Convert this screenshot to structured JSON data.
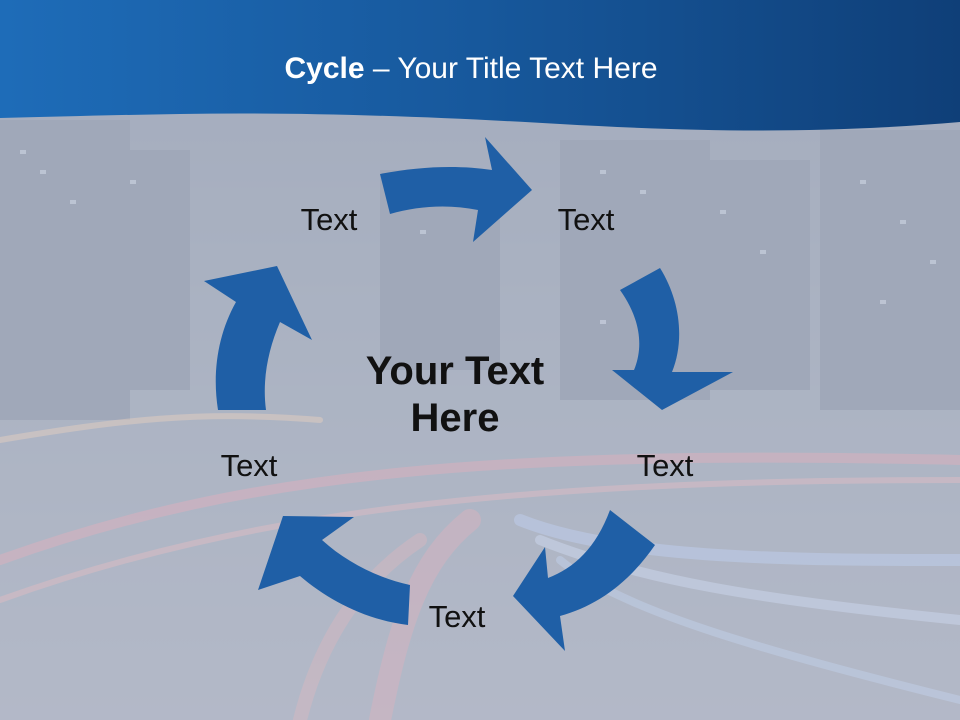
{
  "title": {
    "bold": "Cycle",
    "rest": " – Your Title Text Here"
  },
  "center_text": {
    "line1": "Your Text",
    "line2": "Here"
  },
  "nodes": [
    {
      "label": "Text"
    },
    {
      "label": "Text"
    },
    {
      "label": "Text"
    },
    {
      "label": "Text"
    },
    {
      "label": "Text"
    }
  ],
  "colors": {
    "header_blue": "#1a5aa0",
    "arrow_blue": "#1f5fa6",
    "overlay": "#d6dce6"
  }
}
